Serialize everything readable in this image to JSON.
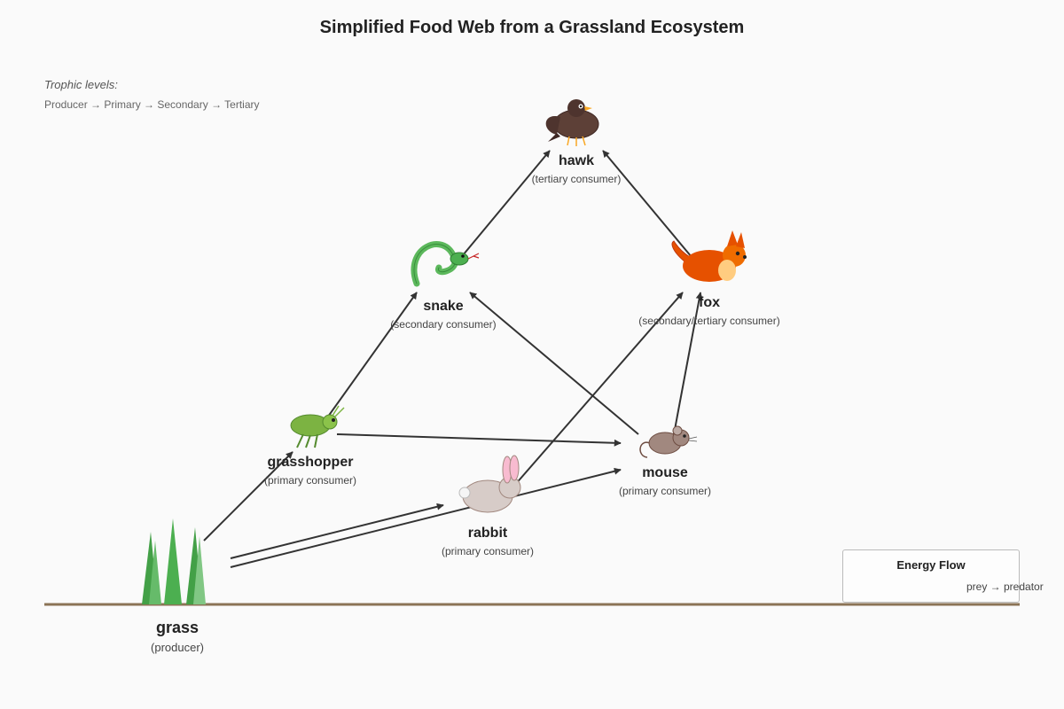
{
  "title": "Simplified Food Web from a Grassland Ecosystem",
  "trophic_legend": {
    "heading": "Trophic levels:",
    "sequence": "Producer → Primary → Secondary → Tertiary"
  },
  "organisms": [
    {
      "id": "hawk",
      "name": "hawk",
      "role": "(tertiary consumer)",
      "icon": "hawk-icon"
    },
    {
      "id": "snake",
      "name": "snake",
      "role": "(secondary consumer)",
      "icon": "snake-icon"
    },
    {
      "id": "fox",
      "name": "fox",
      "role": "(secondary/tertiary consumer)",
      "icon": "fox-icon"
    },
    {
      "id": "grasshopper",
      "name": "grasshopper",
      "role": "(primary consumer)",
      "icon": "grasshopper-icon"
    },
    {
      "id": "mouse",
      "name": "mouse",
      "role": "(primary consumer)",
      "icon": "mouse-icon"
    },
    {
      "id": "rabbit",
      "name": "rabbit",
      "role": "(primary consumer)",
      "icon": "rabbit-icon"
    },
    {
      "id": "grass",
      "name": "grass",
      "role": "(producer)",
      "icon": "grass-icon"
    }
  ],
  "energy_flows": [
    {
      "from": "grass",
      "to": "grasshopper"
    },
    {
      "from": "grass",
      "to": "rabbit"
    },
    {
      "from": "grass",
      "to": "mouse"
    },
    {
      "from": "grasshopper",
      "to": "snake"
    },
    {
      "from": "grasshopper",
      "to": "mouse"
    },
    {
      "from": "mouse",
      "to": "snake"
    },
    {
      "from": "mouse",
      "to": "fox"
    },
    {
      "from": "rabbit",
      "to": "fox"
    },
    {
      "from": "snake",
      "to": "hawk"
    },
    {
      "from": "fox",
      "to": "hawk"
    }
  ],
  "energy_legend": {
    "title": "Energy Flow",
    "text": "prey → predator"
  },
  "colors": {
    "arrow": "#333333",
    "ground": "#8b7355",
    "grass": "#4caf50",
    "snake": "#5cb85c",
    "fox": "#e65100",
    "hawk": "#5d4037",
    "grasshopper": "#7cb342",
    "mouse": "#a1887f",
    "rabbit": "#d7ccc8"
  }
}
